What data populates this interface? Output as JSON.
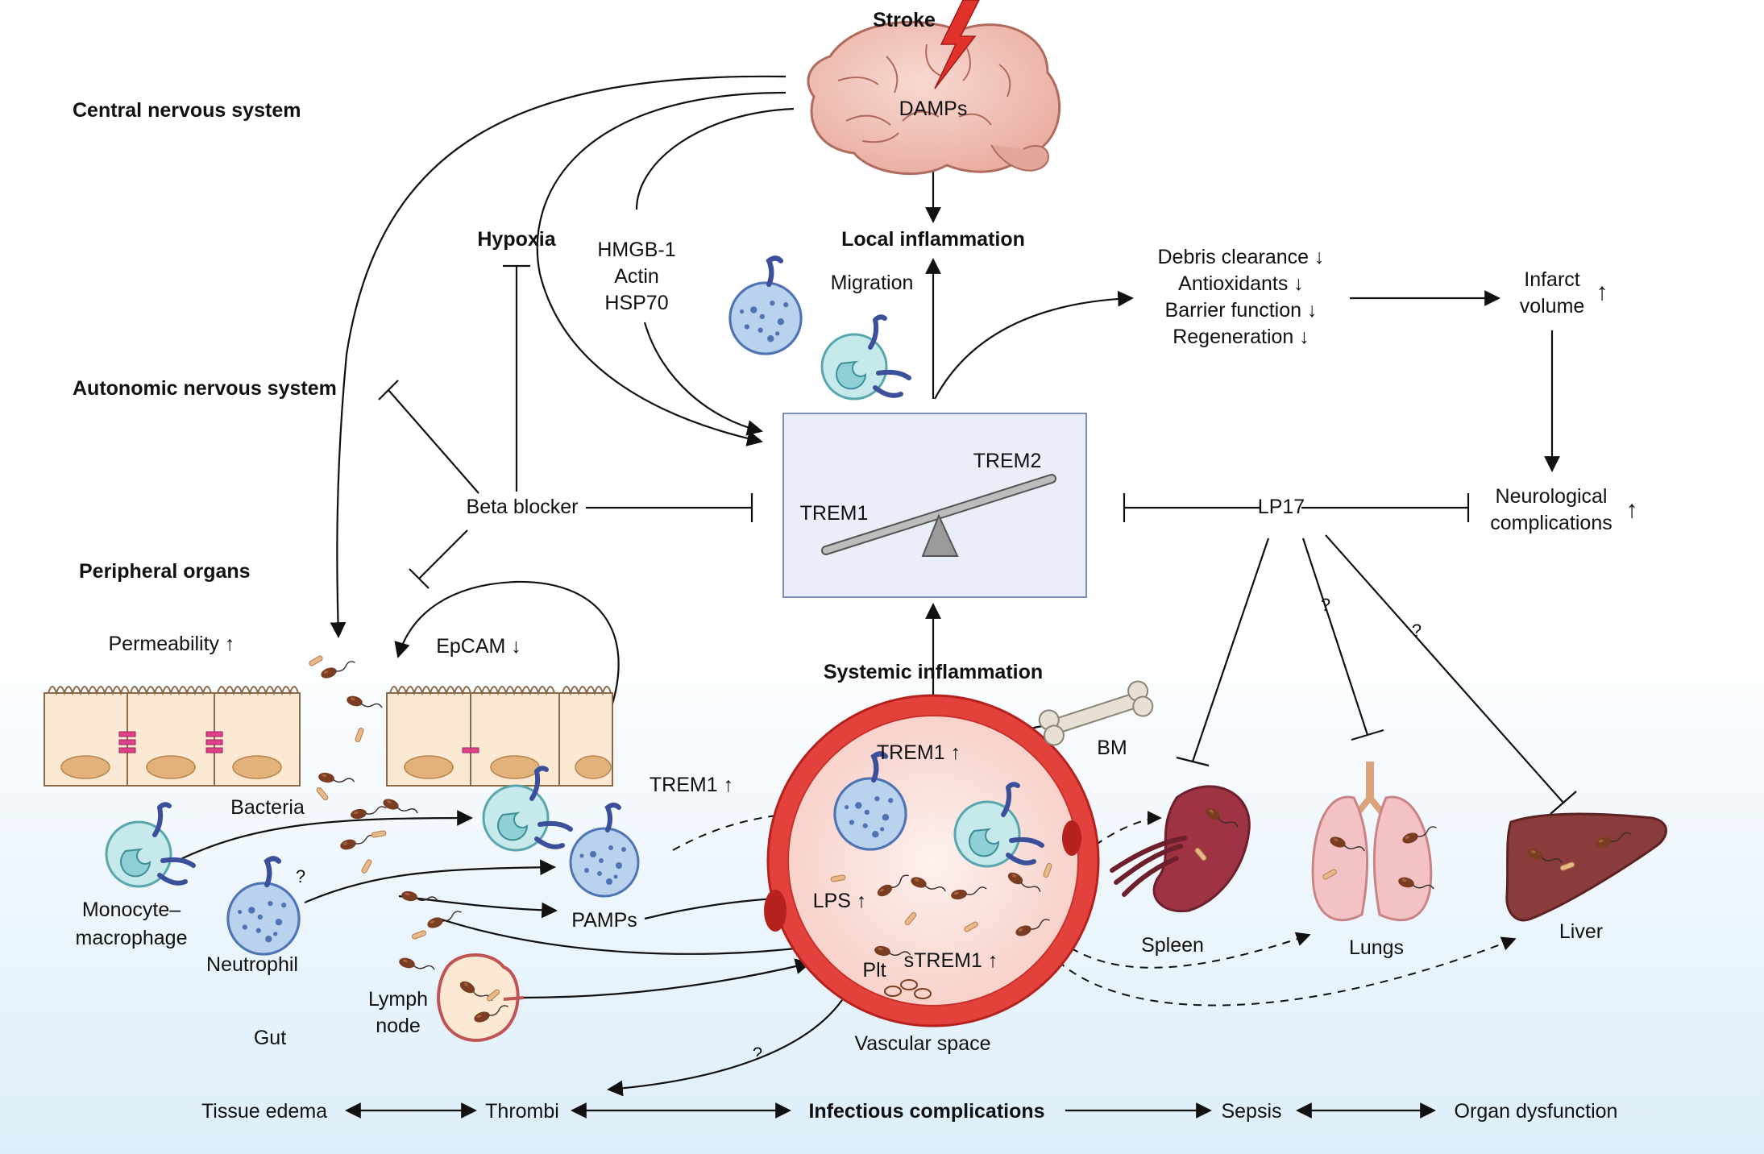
{
  "sections": {
    "cns": "Central nervous system",
    "ans": "Autonomic nervous system",
    "peripheral": "Peripheral organs",
    "gut": "Gut"
  },
  "brain": {
    "stroke": "Stroke",
    "damps": "DAMPs"
  },
  "mediators": {
    "hypoxia": "Hypoxia",
    "hmgb1": "HMGB-1",
    "actin": "Actin",
    "hsp70": "HSP70"
  },
  "local_inflammation": "Local inflammation",
  "migration": "Migration",
  "outcomes": {
    "debris": "Debris clearance ↓",
    "antioxidants": "Antioxidants ↓",
    "barrier": "Barrier function ↓",
    "regeneration": "Regeneration ↓",
    "infarct_line1": "Infarct",
    "infarct_line2": "volume",
    "neuro_line1": "Neurological",
    "neuro_line2": "complications",
    "up_arrow": "↑"
  },
  "balance": {
    "trem1": "TREM1",
    "trem2": "TREM2"
  },
  "beta_blocker": "Beta blocker",
  "lp17": "LP17",
  "question": "?",
  "gut": {
    "permeability": "Permeability ↑",
    "epcam": "EpCAM ↓",
    "bacteria": "Bacteria",
    "trem1_up": "TREM1 ↑",
    "monocyte_line1": "Monocyte–",
    "monocyte_line2": "macrophage",
    "neutrophil": "Neutrophil",
    "pamps": "PAMPs",
    "lymph_line1": "Lymph",
    "lymph_line2": "node"
  },
  "systemic_inflammation": "Systemic inflammation",
  "vessel": {
    "trem1_up": "TREM1 ↑",
    "lps": "LPS ↑",
    "strem1": "sTREM1 ↑",
    "plt": "Plt",
    "vascular_space": "Vascular space",
    "bm": "BM"
  },
  "organs": {
    "spleen": "Spleen",
    "lungs": "Lungs",
    "liver": "Liver"
  },
  "bottom": {
    "tissue_edema": "Tissue edema",
    "thrombi": "Thrombi",
    "infectious": "Infectious complications",
    "sepsis": "Sepsis",
    "organ_dysfunction": "Organ dysfunction"
  },
  "colors": {
    "text": "#111111",
    "line": "#111111",
    "balance_box_fill": "#e9eef9",
    "balance_box_stroke": "#7f8fb8",
    "brain": "#f3c6bd",
    "brain_outline": "#b06a5e",
    "vessel_wall": "#e3423c",
    "vessel_lumen": "#fbe3df",
    "epithelium": "#fbe9d3",
    "nucleus": "#e3b27c",
    "tight_junction": "#e0418b",
    "monocyte": "#c6eaec",
    "neutrophil": "#b9d3ef",
    "receptor": "#3b4f9a",
    "bacteria": "#7a3d22",
    "spleen": "#8e2b3b",
    "lungs": "#f2c2c4",
    "liver": "#8a3b3b",
    "bone": "#d9d4c7",
    "bottom_gradient": "#ddeefa"
  }
}
